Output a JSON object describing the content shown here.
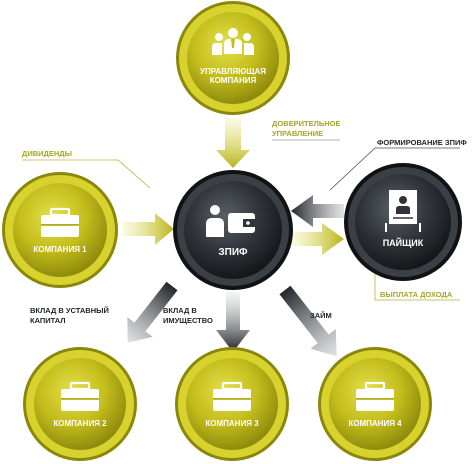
{
  "nodes": {
    "management": {
      "label": "УПРАВЛЯЮЩАЯ КОМПАНИЯ",
      "icon": "people-group-icon"
    },
    "fund": {
      "label": "ЗПИФ",
      "icon": "businessman-wallet-icon"
    },
    "shareholder": {
      "label": "ПАЙЩИК",
      "icon": "document-person-icon"
    },
    "company1": {
      "label": "КОМПАНИЯ 1",
      "icon": "briefcase-icon"
    },
    "company2": {
      "label": "КОМПАНИЯ 2",
      "icon": "briefcase-icon"
    },
    "company3": {
      "label": "КОМПАНИЯ 3",
      "icon": "briefcase-icon"
    },
    "company4": {
      "label": "КОМПАНИЯ 4",
      "icon": "briefcase-icon"
    }
  },
  "edges": {
    "trust_management": "ДОВЕРИТЕЛЬНОЕ УПРАВЛЕНИЕ",
    "dividends": "ДИВИДЕНДЫ",
    "fund_formation": "ФОРМИРОВАНИЕ ЗПИФ",
    "income_payment": "ВЫПЛАТА ДОХОДА",
    "capital_contribution": "ВКЛАД В УСТАВНЫЙ КАПИТАЛ",
    "property_contribution": "ВКЛАД В ИМУЩЕСТВО",
    "loan": "ЗАЙМ"
  },
  "colors": {
    "olive": "#c5c01f",
    "olive_dark": "#8f8b10",
    "dark": "#2b2f34",
    "dark_edge": "#15181b",
    "label_green": "#a7a42a"
  }
}
